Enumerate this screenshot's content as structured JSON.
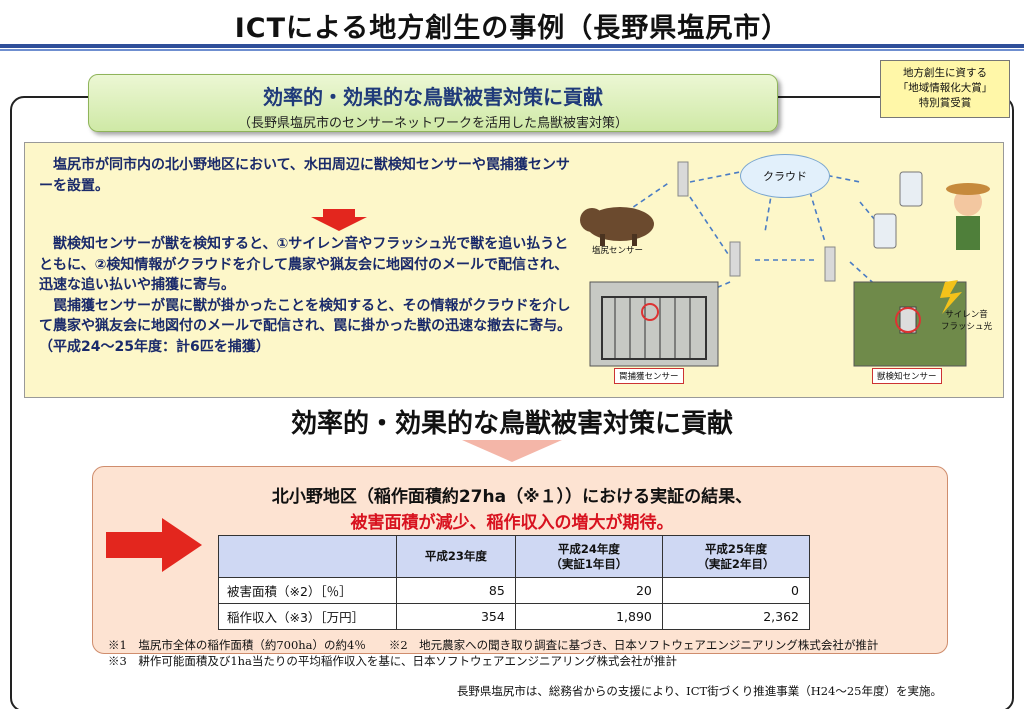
{
  "page": {
    "title": "ICTによる地方創生の事例（長野県塩尻市）"
  },
  "award": {
    "line1": "地方創生に資する",
    "line2": "「地域情報化大賞」",
    "line3": "特別賞受賞"
  },
  "headline": {
    "main": "効率的・効果的な鳥獣被害対策に貢献",
    "sub": "（長野県塩尻市のセンサーネットワークを活用した鳥獣被害対策）"
  },
  "description": {
    "p1": "塩尻市が同市内の北小野地区において、水田周辺に獣検知センサーや罠捕獲センサーを設置。",
    "p2": "獣検知センサーが獣を検知すると、①サイレン音やフラッシュ光で獣を追い払うとともに、②検知情報がクラウドを介して農家や猟友会に地図付のメールで配信され、迅速な追い払いや捕獲に寄与。",
    "p3": "罠捕獲センサーが罠に獣が掛かったことを検知すると、その情報がクラウドを介して農家や猟友会に地図付のメールで配信され、罠に掛かった獣の迅速な撤去に寄与。（平成24～25年度：計6匹を捕獲）"
  },
  "diagram": {
    "cloud_label": "クラウド",
    "sensor_label": "塩尻センサー",
    "trap_label": "罠捕獲センサー",
    "detector_label": "獣検知センサー",
    "siren_label_1": "サイレン音",
    "siren_label_2": "フラッシュ光"
  },
  "middle": {
    "heading": "効率的・効果的な鳥獣被害対策に貢献"
  },
  "results": {
    "line1": "北小野地区（稲作面積約27ha（※１））における実証の結果、",
    "line2": "被害面積が減少、稲作収入の増大が期待。",
    "header": {
      "col1": "",
      "col2": "平成23年度",
      "col3_a": "平成24年度",
      "col3_b": "（実証1年目）",
      "col4_a": "平成25年度",
      "col4_b": "（実証2年目）"
    },
    "rows": [
      {
        "label": "被害面積（※2）［％］",
        "v1": "85",
        "v2": "20",
        "v3": "0"
      },
      {
        "label": "稲作収入（※3）［万円］",
        "v1": "354",
        "v2": "1,890",
        "v3": "2,362"
      }
    ]
  },
  "notes": {
    "n1": "※1　塩尻市全体の稲作面積（約700ha）の約4％　　※2　地元農家への聞き取り調査に基づき、日本ソフトウェアエンジニアリング株式会社が推計",
    "n2": "※3　耕作可能面積及び1ha当たりの平均稲作収入を基に、日本ソフトウェアエンジニアリング株式会社が推計"
  },
  "footer": {
    "text": "長野県塩尻市は、総務省からの支援により、ICT街づくり推進事業（H24～25年度）を実施。"
  },
  "colors": {
    "accent_blue": "#2f4f9a",
    "highlight_red": "#d8121f",
    "panel_yellow": "#fdf7c9",
    "panel_peach": "#fde3d2"
  }
}
